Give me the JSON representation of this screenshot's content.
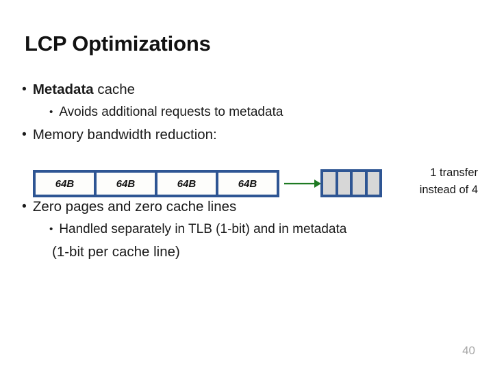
{
  "slide": {
    "title": "LCP Optimizations",
    "page_number": "40",
    "bullets": [
      {
        "level": 1,
        "marker": "•",
        "bold_prefix": "Metadata",
        "text": " cache"
      },
      {
        "level": 2,
        "marker": "•",
        "bold_prefix": "",
        "text": "Avoids additional requests to metadata"
      },
      {
        "level": 1,
        "marker": "•",
        "bold_prefix": "",
        "text": "Memory bandwidth reduction:"
      }
    ],
    "bullets_lower": [
      {
        "level": 1,
        "marker": "•",
        "bold_prefix": "",
        "text": "Zero pages and zero cache lines"
      },
      {
        "level": 2,
        "marker": "•",
        "bold_prefix": "",
        "text": "Handled separately in TLB (1-bit) and in metadata"
      }
    ],
    "continuation_line": "(1-bit per cache line)"
  },
  "diagram": {
    "uncompressed_cells": [
      "64B",
      "64B",
      "64B",
      "64B"
    ],
    "compressed_cells": [
      "",
      "",
      "",
      ""
    ],
    "arrow_icon": "arrow-right-icon",
    "note_lines": [
      "1 transfer",
      "instead of 4"
    ],
    "colors": {
      "block_border": "#2E5593",
      "compressed_fill": "#D7D7D7",
      "arrow": "#1E7A22",
      "text": "#1a1a1a",
      "page_number": "#a6a6a6"
    }
  }
}
